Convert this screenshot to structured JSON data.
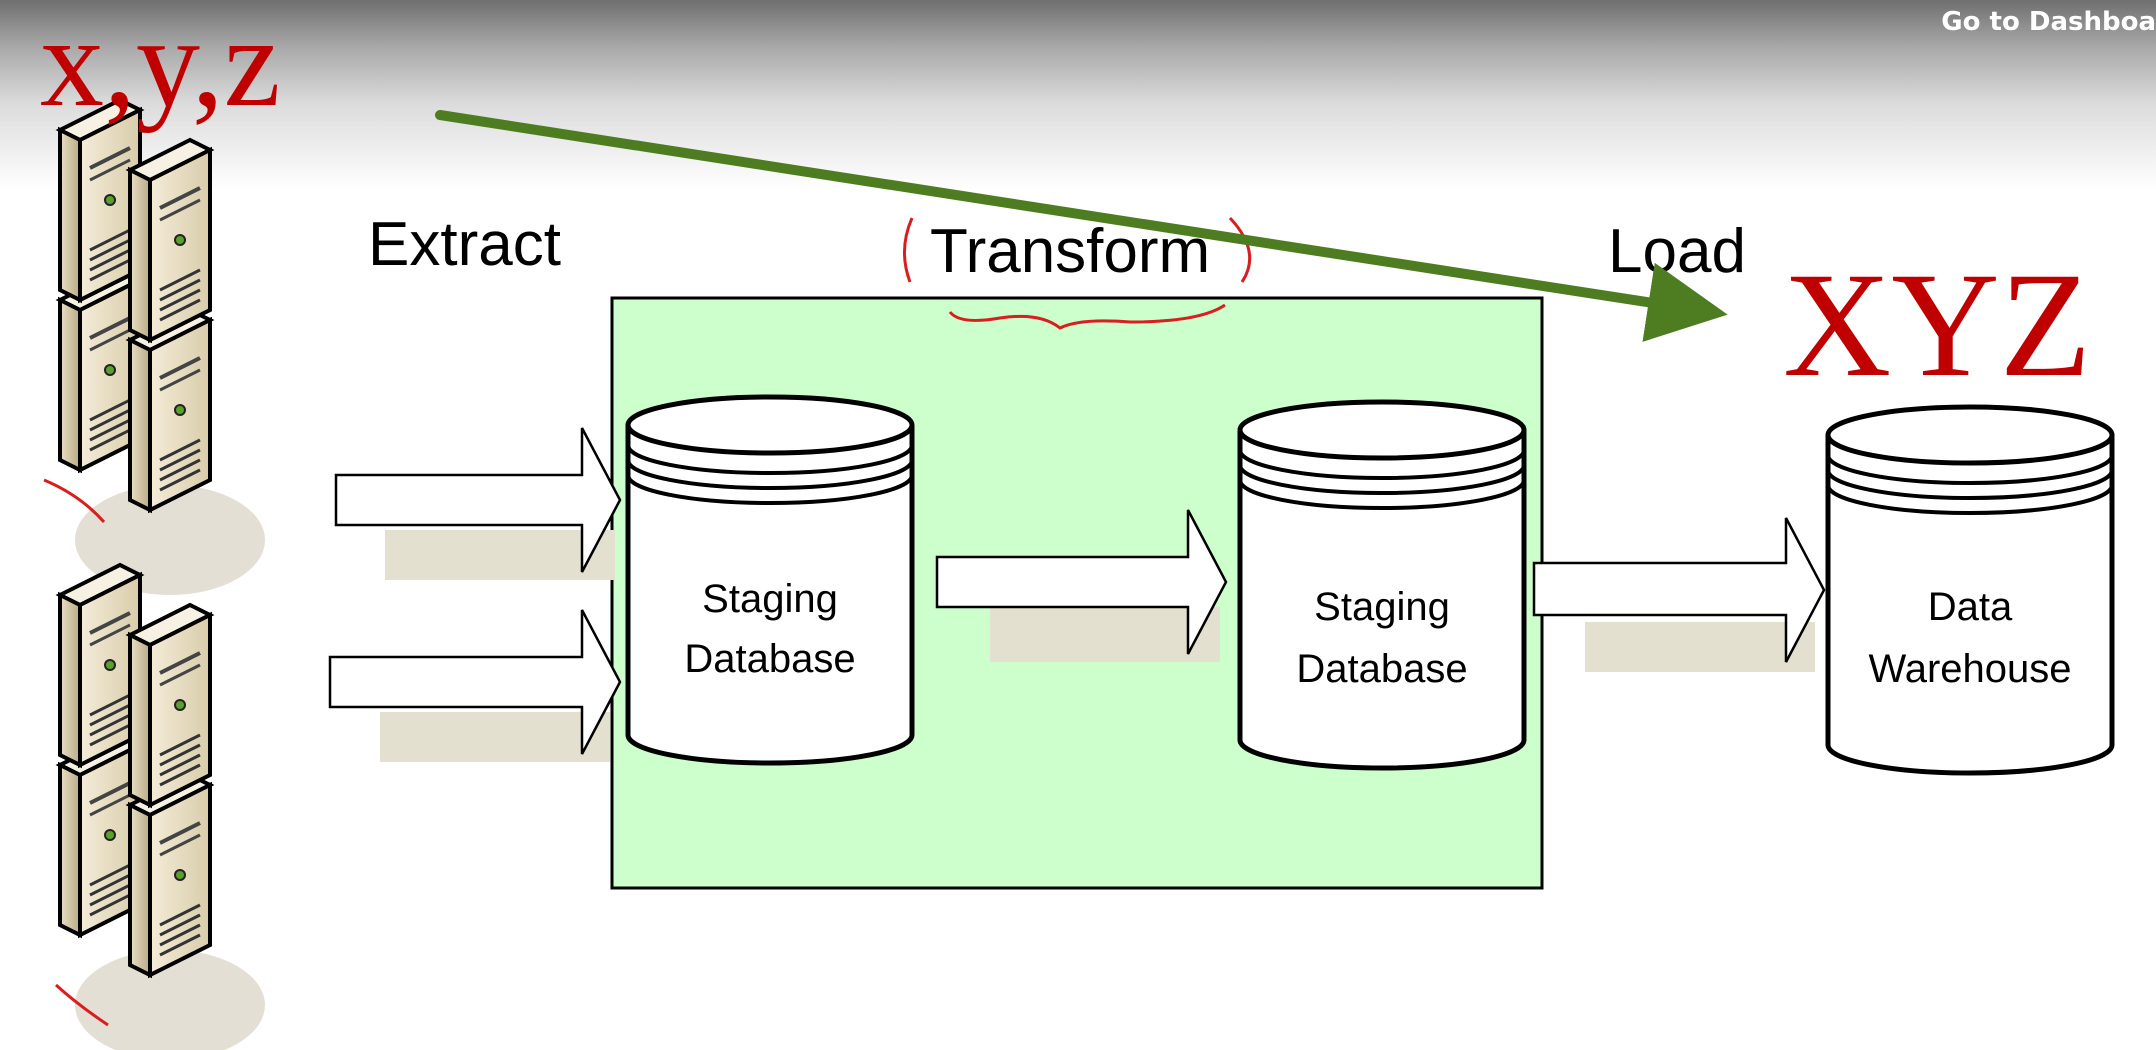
{
  "overlay": {
    "dashboard_link": "Go to Dashboa"
  },
  "annotations": {
    "source_vars": "x,y,z",
    "target_vars": "XYZ"
  },
  "stages": {
    "extract": "Extract",
    "transform": "Transform",
    "load": "Load"
  },
  "databases": {
    "staging_1": [
      "Staging",
      "Database"
    ],
    "staging_2": [
      "Staging",
      "Database"
    ],
    "warehouse": [
      "Data",
      "Warehouse"
    ]
  },
  "colors": {
    "transform_box": "#ccffcc",
    "annotation_red": "#c00000",
    "pen_arrow_green": "#4e7d21"
  },
  "icons": [
    "server-icon",
    "database-icon",
    "block-arrow-icon"
  ]
}
